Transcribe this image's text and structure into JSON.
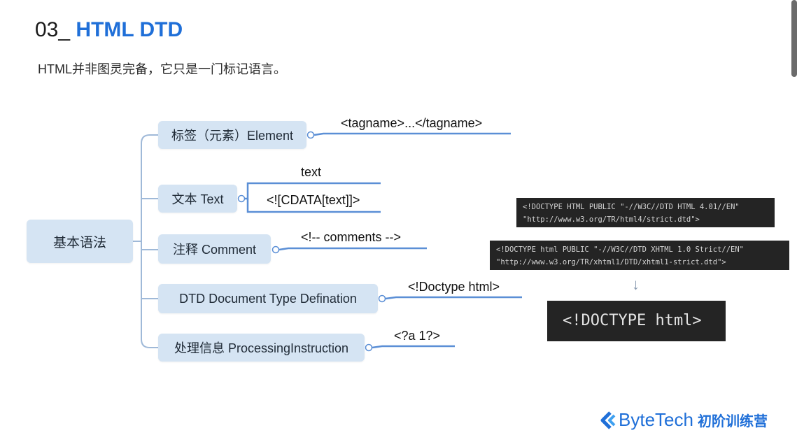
{
  "slide": {
    "title_prefix": "03_",
    "title": "HTML DTD",
    "subtitle": "HTML并非图灵完备，它只是一门标记语言。"
  },
  "mindmap": {
    "root": "基本语法",
    "branches": [
      {
        "label": "标签（元素）Element",
        "details": [
          "<tagname>...</tagname>"
        ]
      },
      {
        "label": "文本 Text",
        "details": [
          "text",
          "<![CDATA[text]]>"
        ]
      },
      {
        "label": "注释 Comment",
        "details": [
          "<!-- comments -->"
        ]
      },
      {
        "label": "DTD Document Type Defination",
        "details": [
          "<!Doctype html>"
        ]
      },
      {
        "label": "处理信息 ProcessingInstruction",
        "details": [
          "<?a 1?>"
        ]
      }
    ]
  },
  "code_examples": {
    "html4": [
      "<!DOCTYPE HTML PUBLIC \"-//W3C//DTD HTML 4.01//EN\"",
      "\"http://www.w3.org/TR/html4/strict.dtd\">"
    ],
    "xhtml": [
      "<!DOCTYPE html PUBLIC \"-//W3C//DTD XHTML 1.0 Strict//EN\"",
      "\"http://www.w3.org/TR/xhtml1/DTD/xhtml1-strict.dtd\">"
    ],
    "arrow": "↓",
    "html5": "<!DOCTYPE html>"
  },
  "brand": {
    "name": "ByteTech",
    "tag": "初阶训练营"
  },
  "colors": {
    "accent": "#1f6fd8",
    "node_fill": "#d5e4f3",
    "connector": "#5b8fd6",
    "code_bg": "#242424"
  }
}
